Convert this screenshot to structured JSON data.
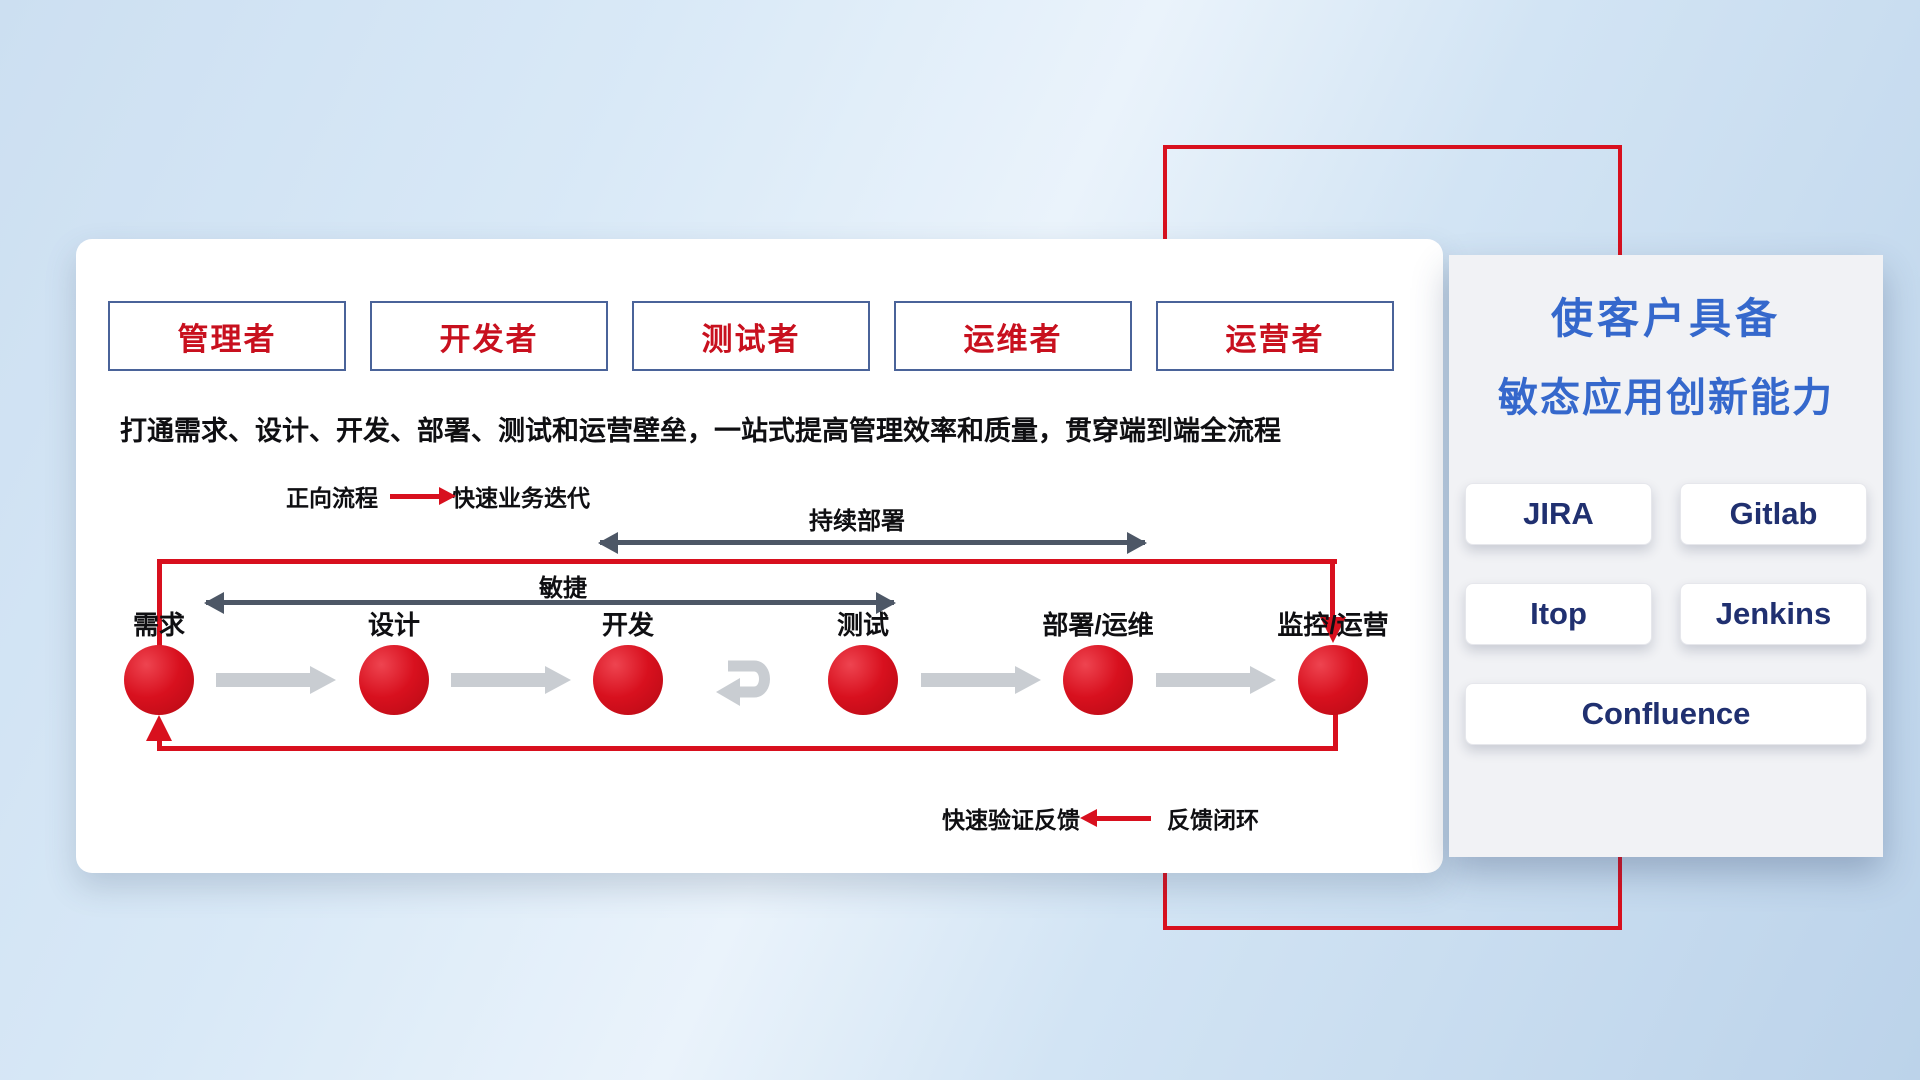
{
  "colors": {
    "accent_red": "#d8101e",
    "title_blue": "#3568cc",
    "tool_navy": "#203070",
    "slate_arrow": "#4d5766",
    "gray_arrow": "#c9cdd2"
  },
  "roles": [
    "管理者",
    "开发者",
    "测试者",
    "运维者",
    "运营者"
  ],
  "subtitle": "打通需求、设计、开发、部署、测试和运营壁垒，一站式提高管理效率和质量，贯穿端到端全流程",
  "forward_legend": {
    "label": "正向流程",
    "value": "快速业务迭代"
  },
  "feedback_legend": {
    "label": "快速验证反馈",
    "value": "反馈闭环"
  },
  "flow": {
    "stages": [
      "需求",
      "设计",
      "开发",
      "测试",
      "部署/运维",
      "监控/运营"
    ],
    "agile_label": "敏捷",
    "continuous_deploy_label": "持续部署"
  },
  "capability_panel": {
    "title_line1": "使客户具备",
    "title_line2": "敏态应用创新能力",
    "tools": [
      "JIRA",
      "Gitlab",
      "Itop",
      "Jenkins",
      "Confluence"
    ]
  }
}
